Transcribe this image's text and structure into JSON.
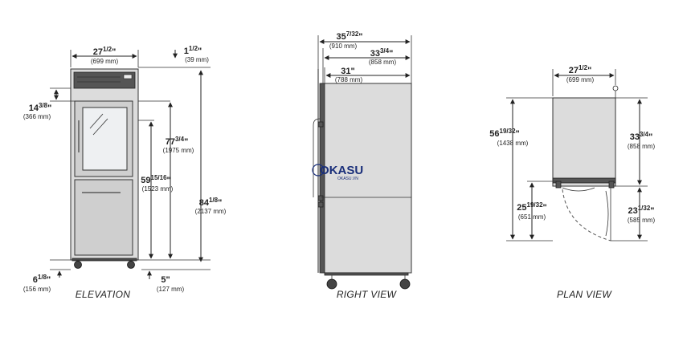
{
  "views": {
    "elevation": {
      "caption": "ELEVATION",
      "width": {
        "inch": "27",
        "frac": "1/2",
        "mm": "(699 mm)"
      },
      "top_gap": {
        "inch": "1",
        "frac": "1/2",
        "mm": "(39 mm)"
      },
      "door_top": {
        "inch": "14",
        "frac": "3/8",
        "mm": "(366 mm)"
      },
      "height_1975": {
        "inch": "77",
        "frac": "3/4",
        "mm": "(1975 mm)"
      },
      "height_1523": {
        "inch": "59",
        "frac": "15/16",
        "mm": "(1523 mm)"
      },
      "height_total": {
        "inch": "84",
        "frac": "1/8",
        "mm": "(2137 mm)"
      },
      "bottom_left": {
        "inch": "6",
        "frac": "1/8",
        "mm": "(156 mm)"
      },
      "bottom_right": {
        "inch": "5",
        "frac": "",
        "mm": "(127 mm)"
      }
    },
    "right": {
      "caption": "RIGHT VIEW",
      "depth_910": {
        "inch": "35",
        "frac": "7/32",
        "mm": "(910 mm)"
      },
      "depth_858": {
        "inch": "33",
        "frac": "3/4",
        "mm": "(858 mm)"
      },
      "depth_788": {
        "inch": "31",
        "frac": "",
        "mm": "(788 mm)"
      }
    },
    "plan": {
      "caption": "PLAN VIEW",
      "width": {
        "inch": "27",
        "frac": "1/2",
        "mm": "(699 mm)"
      },
      "total_depth": {
        "inch": "56",
        "frac": "19/32",
        "mm": "(1438 mm)"
      },
      "cab_depth": {
        "inch": "33",
        "frac": "3/4",
        "mm": "(858 mm)"
      },
      "swing_left": {
        "inch": "25",
        "frac": "19/32",
        "mm": "(651 mm)"
      },
      "swing_right": {
        "inch": "23",
        "frac": "1/32",
        "mm": "(585 mm)"
      }
    }
  },
  "watermark": {
    "brand": "OKASU",
    "sub": "OKASU.VN"
  },
  "colors": {
    "watermark": "#1a2f7a",
    "line": "#222222",
    "cabinet_fill": "#dcdcdc"
  }
}
